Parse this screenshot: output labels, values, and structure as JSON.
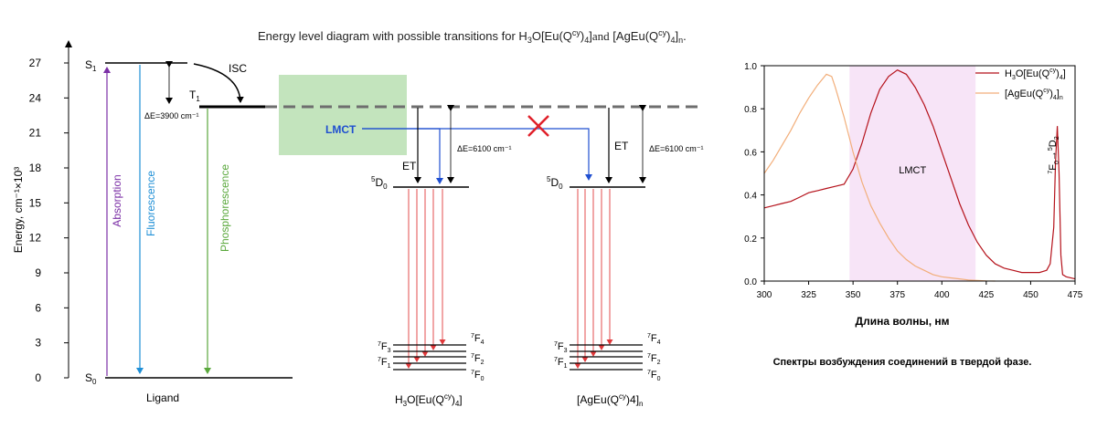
{
  "main_title": {
    "prefix": "Energy level diagram with possible transitions for ",
    "c1_main": "H",
    "c1_sub1": "3",
    "c1_mid": "O[Eu(Q",
    "c1_sup": "cy",
    "c1_close": ")",
    "c1_sub2": "4",
    "c1_end": "]",
    "joiner": "and",
    "c2_main": "[AgEu(Q",
    "c2_sup": "cy",
    "c2_close": ")",
    "c2_sub1": "4",
    "c2_end": "]",
    "c2_sub2": "n",
    "c2_dot": "."
  },
  "diagram": {
    "ylabel": "Energy, cm⁻¹×10³",
    "yticks": [
      "0",
      "3",
      "6",
      "9",
      "12",
      "15",
      "18",
      "21",
      "24",
      "27"
    ],
    "levels": {
      "s1": {
        "main": "S",
        "sub": "1"
      },
      "s0": {
        "main": "S",
        "sub": "0"
      },
      "t1": {
        "main": "T",
        "sub": "1"
      }
    },
    "isc_label": "ISC",
    "delta_e_st": "ΔE=3900 cm⁻¹",
    "delta_e_1": "ΔE=6100 cm⁻¹",
    "delta_e_2": "ΔE=6100 cm⁻¹",
    "absorption": "Absorption",
    "fluorescence": "Fluorescence",
    "phosphorescence": "Phosphorescence",
    "ligand": "Ligand",
    "lmct": "LMCT",
    "et1": "ET",
    "et2": "ET",
    "d0": {
      "sup": "5",
      "main": "D",
      "sub": "0"
    },
    "f_levels": {
      "f4": {
        "sup": "7",
        "main": "F",
        "sub": "4"
      },
      "f3": {
        "sup": "7",
        "main": "F",
        "sub": "3"
      },
      "f2": {
        "sup": "7",
        "main": "F",
        "sub": "2"
      },
      "f1": {
        "sup": "7",
        "main": "F",
        "sub": "1"
      },
      "f0": {
        "sup": "7",
        "main": "F",
        "sub": "0"
      }
    },
    "compound1": {
      "main": "H",
      "sub1": "3",
      "mid": "O[Eu(Q",
      "sup": "cy",
      "close": ")",
      "sub2": "4",
      "end": "]"
    },
    "compound2": {
      "main": "[AgEu(Q",
      "sup": "cy",
      "close": ")4]",
      "sub": "n"
    },
    "colors": {
      "absorption": "#7b2fa6",
      "fluorescence": "#1f8fd6",
      "phosphorescence": "#5aa83c",
      "lmct": "#1f4fd0",
      "emission": "#e0393b",
      "cross": "#e0202a",
      "lmct_box": "#b9dfb1"
    }
  },
  "chart_data": {
    "type": "line",
    "xlabel": "Длина волны, нм",
    "ylabel": "",
    "xlim": [
      300,
      475
    ],
    "ylim": [
      0,
      1.0
    ],
    "xticks": [
      300,
      325,
      350,
      375,
      400,
      425,
      450,
      475
    ],
    "yticks": [
      0.0,
      0.2,
      0.4,
      0.6,
      0.8,
      1.0
    ],
    "ytick_labels": [
      "0.0",
      "0.2",
      "0.4",
      "0.6",
      "0.8",
      "1.0"
    ],
    "legend_position": "top-right",
    "highlight_region": {
      "x": [
        348,
        419
      ],
      "label": "LMCT",
      "color": "#f7e4f7"
    },
    "peak_label": {
      "from": "7F0",
      "to": "5D2",
      "x": 465
    },
    "series": [
      {
        "name_main": "H",
        "name_sub1": "3",
        "name_mid": "O[Eu(Q",
        "name_sup": "cy",
        "name_close": ")",
        "name_sub2": "4",
        "name_end": "]",
        "color": "#b5121b",
        "x": [
          300,
          305,
          310,
          315,
          320,
          325,
          330,
          335,
          340,
          345,
          350,
          355,
          360,
          365,
          370,
          375,
          380,
          385,
          390,
          395,
          400,
          405,
          410,
          415,
          420,
          425,
          430,
          435,
          440,
          445,
          450,
          455,
          459,
          461,
          463,
          464,
          465,
          466,
          467,
          468,
          470,
          475
        ],
        "y": [
          0.34,
          0.35,
          0.36,
          0.37,
          0.39,
          0.41,
          0.42,
          0.43,
          0.44,
          0.45,
          0.52,
          0.64,
          0.78,
          0.89,
          0.95,
          0.98,
          0.96,
          0.9,
          0.82,
          0.72,
          0.6,
          0.48,
          0.36,
          0.26,
          0.18,
          0.12,
          0.08,
          0.06,
          0.05,
          0.04,
          0.04,
          0.04,
          0.05,
          0.08,
          0.25,
          0.55,
          0.72,
          0.5,
          0.12,
          0.03,
          0.02,
          0.01
        ]
      },
      {
        "name_main": "[AgEu(Q",
        "name_sup": "cy",
        "name_close": ")",
        "name_sub1": "4",
        "name_end": "]",
        "name_sub2": "n",
        "color": "#f2ae7a",
        "x": [
          300,
          305,
          310,
          315,
          320,
          325,
          330,
          335,
          338,
          340,
          345,
          350,
          355,
          360,
          365,
          370,
          375,
          380,
          385,
          390,
          395,
          400,
          405,
          410,
          415,
          420,
          425,
          430
        ],
        "y": [
          0.5,
          0.56,
          0.63,
          0.7,
          0.78,
          0.85,
          0.91,
          0.96,
          0.95,
          0.9,
          0.76,
          0.6,
          0.46,
          0.35,
          0.27,
          0.2,
          0.14,
          0.1,
          0.07,
          0.05,
          0.03,
          0.02,
          0.015,
          0.01,
          0.005,
          0.003,
          0.001,
          0.0
        ]
      }
    ]
  },
  "caption": "Спектры возбуждения соединений в твердой фазе."
}
